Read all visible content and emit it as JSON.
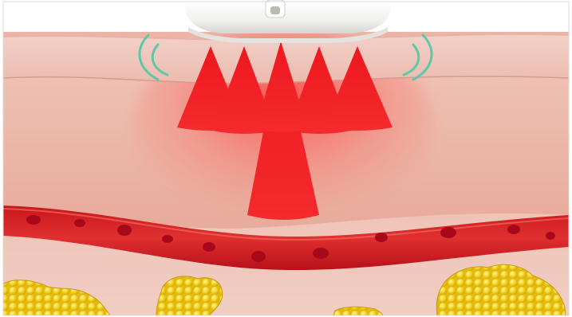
{
  "scene": {
    "subject": "light-therapy-device-on-skin-cross-section",
    "elements": {
      "device": "handheld-device-head",
      "light": "red-light-beams",
      "waves": "vibration-waves",
      "vessel": "blood-vessel",
      "fat": "fat-cell-clusters"
    }
  },
  "colors": {
    "background": "#ffffff",
    "skin_surface": "#f1c7bd",
    "dermis": "#ecb7aa",
    "deep_tissue": "#e9a99b",
    "vessel_wall": "#c7121b",
    "vessel_blood": "#df2a2e",
    "red_light": "#f01a22",
    "wave": "#5bc9a7",
    "fat": "#f2d21a",
    "device_body": "#f3f3f1",
    "device_button": "#bdbab4"
  },
  "counts": {
    "light_beams_shallow": 5,
    "light_beams_deep": 1,
    "wave_arcs_per_side": 2
  }
}
